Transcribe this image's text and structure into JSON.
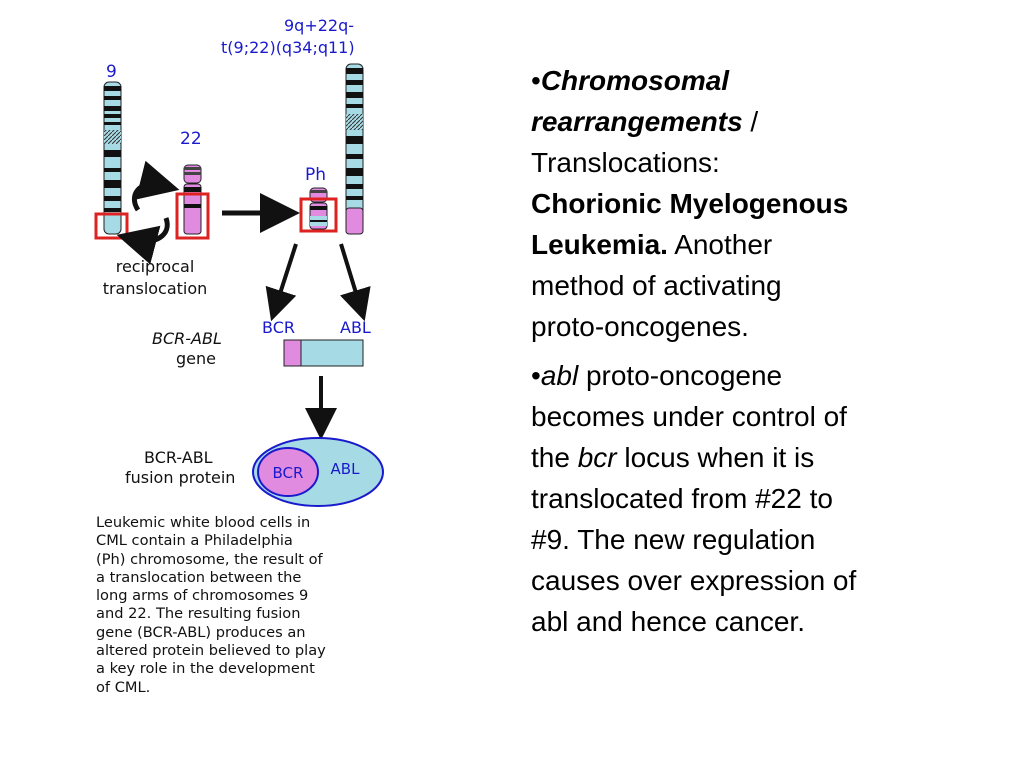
{
  "diagram": {
    "chrom9_label": "9",
    "chrom22_label": "22",
    "derivative_label_1": "9q+22q-",
    "derivative_label_2": "t(9;22)(q34;q11)",
    "ph_label": "Ph",
    "reciprocal_line1": "reciprocal",
    "reciprocal_line2": "translocation",
    "bcr_label": "BCR",
    "abl_label": "ABL",
    "gene_line1": "BCR-ABL",
    "gene_line2": "gene",
    "fusion_line1": "BCR-ABL",
    "fusion_line2": "fusion protein",
    "protein_bcr": "BCR",
    "protein_abl": "ABL",
    "colors": {
      "chromosome_blue": "#a6dbe6",
      "chromosome_magenta": "#e08ae0",
      "highlight_red": "#dd2222",
      "label_blue": "#1a1acc"
    }
  },
  "caption_lines": [
    "Leukemic white blood cells in",
    "CML contain a Philadelphia",
    "(Ph) chromosome, the result of",
    "a translocation between the",
    "long arms of chromosomes 9",
    "and 22. The resulting fusion",
    "gene (BCR-ABL) produces an",
    "altered protein believed to play",
    "a key role in the development",
    "of CML."
  ],
  "bullets": {
    "bullet_char": "•",
    "b1_title_1": "Chromosomal",
    "b1_title_2": "rearrangements",
    "b1_slash": " / ",
    "b1_translocations": "Translocations:",
    "b1_bold_1": "Chorionic Myelogenous",
    "b1_bold_2": "Leukemia.",
    "b1_rest_1": " Another",
    "b1_rest_2": "method of activating",
    "b1_rest_3": "proto-oncogenes.",
    "b2_abl": "abl",
    "b2_rest_1": " proto-oncogene",
    "b2_rest_2": "becomes under control of",
    "b2_the": "the ",
    "b2_bcr": "bcr",
    "b2_rest_3": " locus when it is",
    "b2_rest_4": "translocated from #22 to",
    "b2_rest_5": "#9. The new regulation",
    "b2_rest_6": "causes over expression of",
    "b2_rest_7": "abl and hence cancer."
  }
}
